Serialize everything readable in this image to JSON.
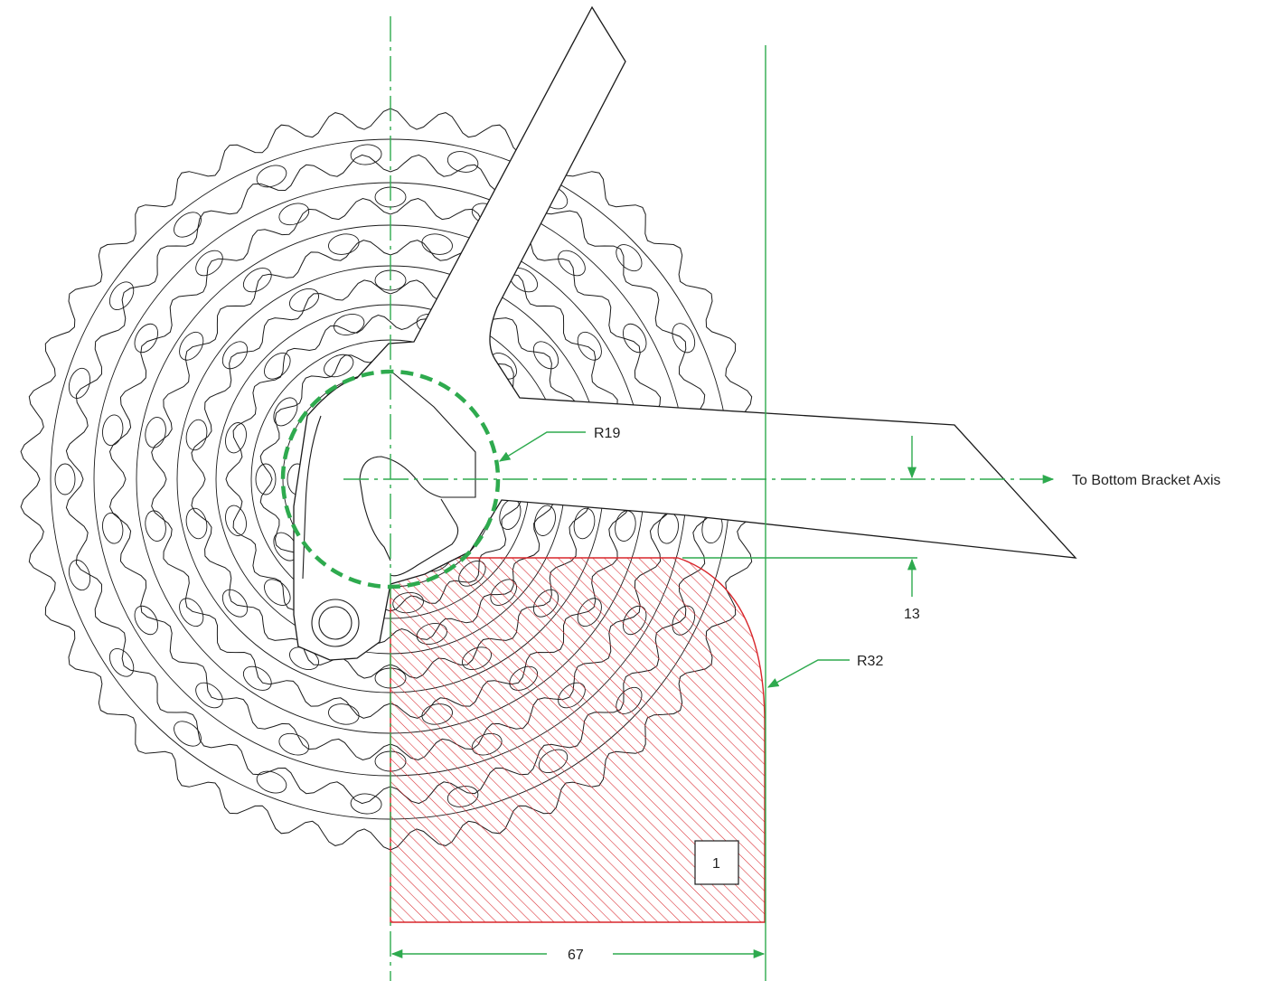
{
  "colors": {
    "dimension_green": "#2eaa4e",
    "hatch_red": "#d8262b",
    "line_black": "#1a1a1a"
  },
  "labels": {
    "r19": "R19",
    "r32": "R32",
    "bb_axis": "To Bottom Bracket Axis",
    "dim_13": "13",
    "dim_67": "67",
    "zone_number": "1"
  }
}
